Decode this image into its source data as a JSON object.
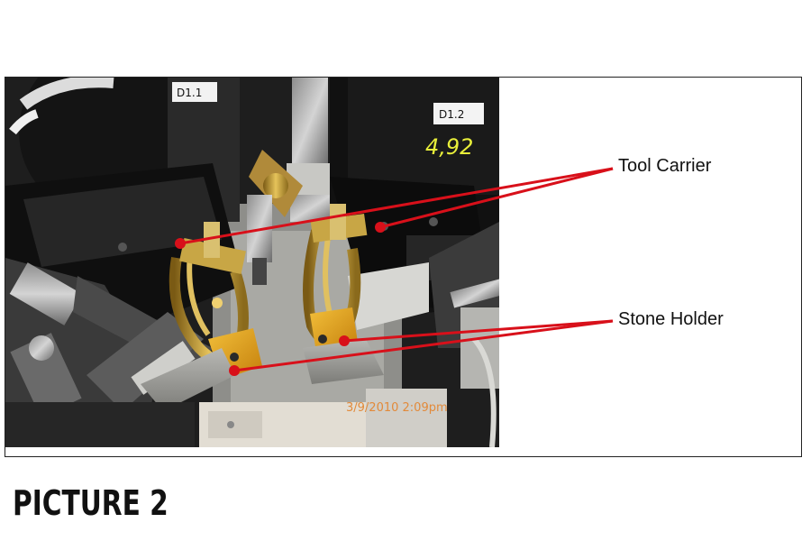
{
  "labels": {
    "tool_carrier": "Tool Carrier",
    "stone_holder": "Stone Holder"
  },
  "caption": "PICTURE 2",
  "photo": {
    "timestamp": "3/9/2010   2:09pm",
    "tag_left": "D1.1",
    "tag_right": "D1.2",
    "measurement": "4,92"
  },
  "colors": {
    "leader": "#d8101a",
    "brass": "#c9a23c",
    "holder_gold": "#e3a520",
    "stamp": "#e28a3a"
  }
}
